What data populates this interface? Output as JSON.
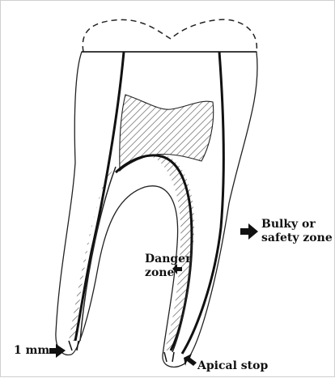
{
  "labels": {
    "bulky_zone": [
      "Bulky or",
      "safety zone"
    ],
    "danger_zone": [
      "Danger",
      "zone"
    ],
    "one_mm": "1 mm",
    "apical_stop": "Apical stop"
  },
  "colors": {
    "line": "#111111",
    "hatch": "#555555",
    "background": "#ffffff"
  }
}
